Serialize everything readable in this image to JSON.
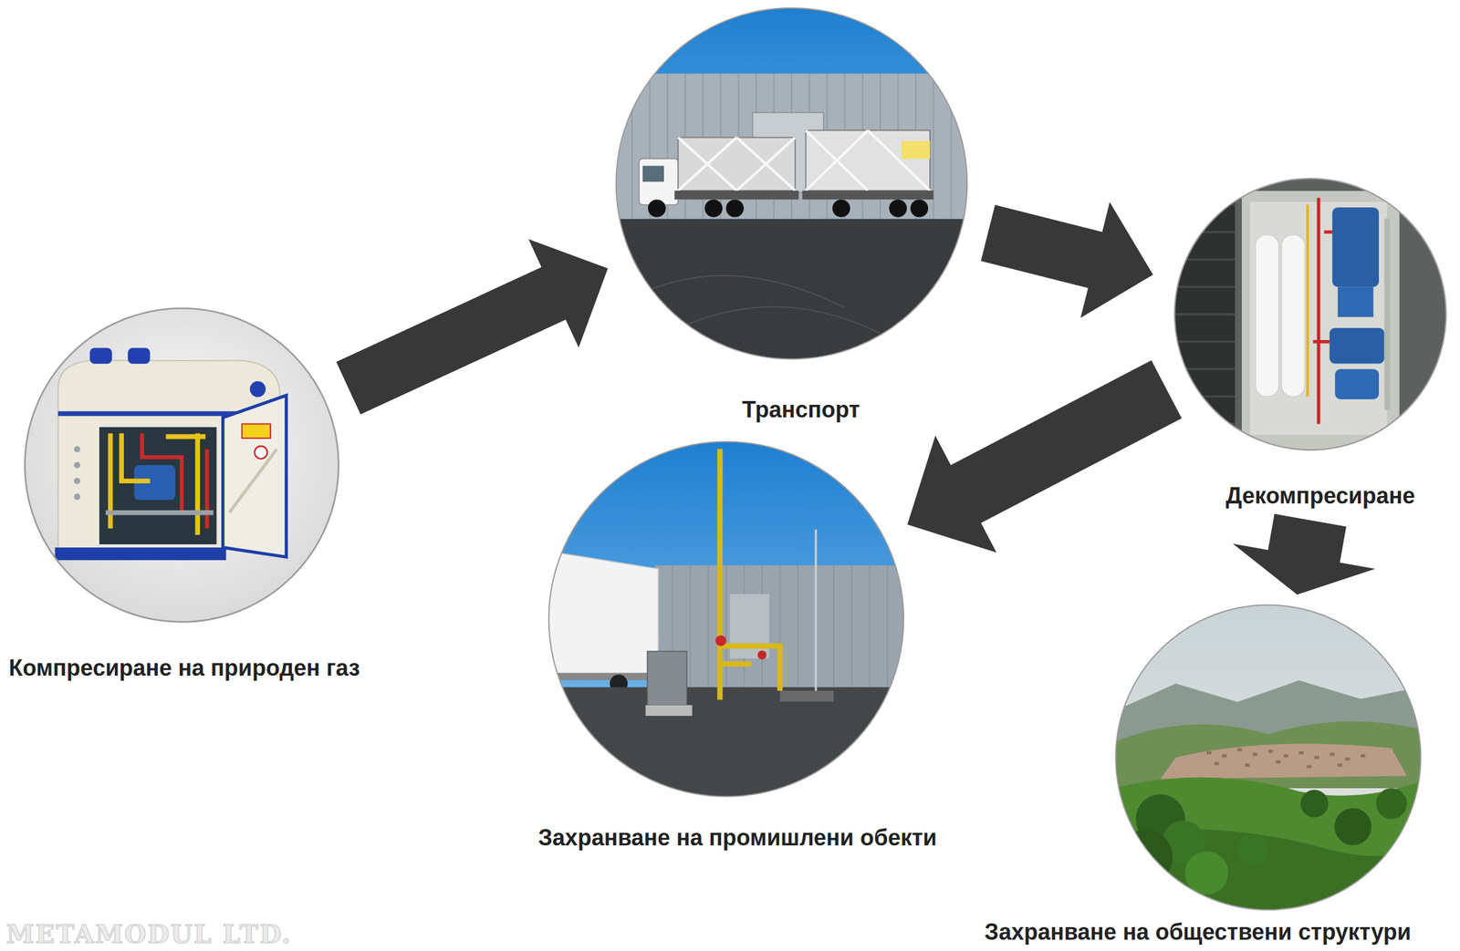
{
  "diagram": {
    "nodes": [
      {
        "text": [
          "Компресиране на природен газ"
        ]
      },
      {
        "text": [
          "Транспорт"
        ]
      },
      {
        "text": [
          "Декомпресиране"
        ]
      },
      {
        "text": [
          "Захранване на промишлени обекти"
        ]
      },
      {
        "text": [
          "Захранване на обществени структури"
        ]
      }
    ],
    "edges": [
      {
        "from": 0,
        "to": 1,
        "arrow": "to"
      },
      {
        "from": 1,
        "to": 2,
        "arrow": "to"
      },
      {
        "from": 2,
        "to": 3,
        "arrow": "to"
      },
      {
        "from": 2,
        "to": 4,
        "arrow": "to"
      }
    ],
    "labels": [
      "METAMODUL LTD."
    ]
  }
}
